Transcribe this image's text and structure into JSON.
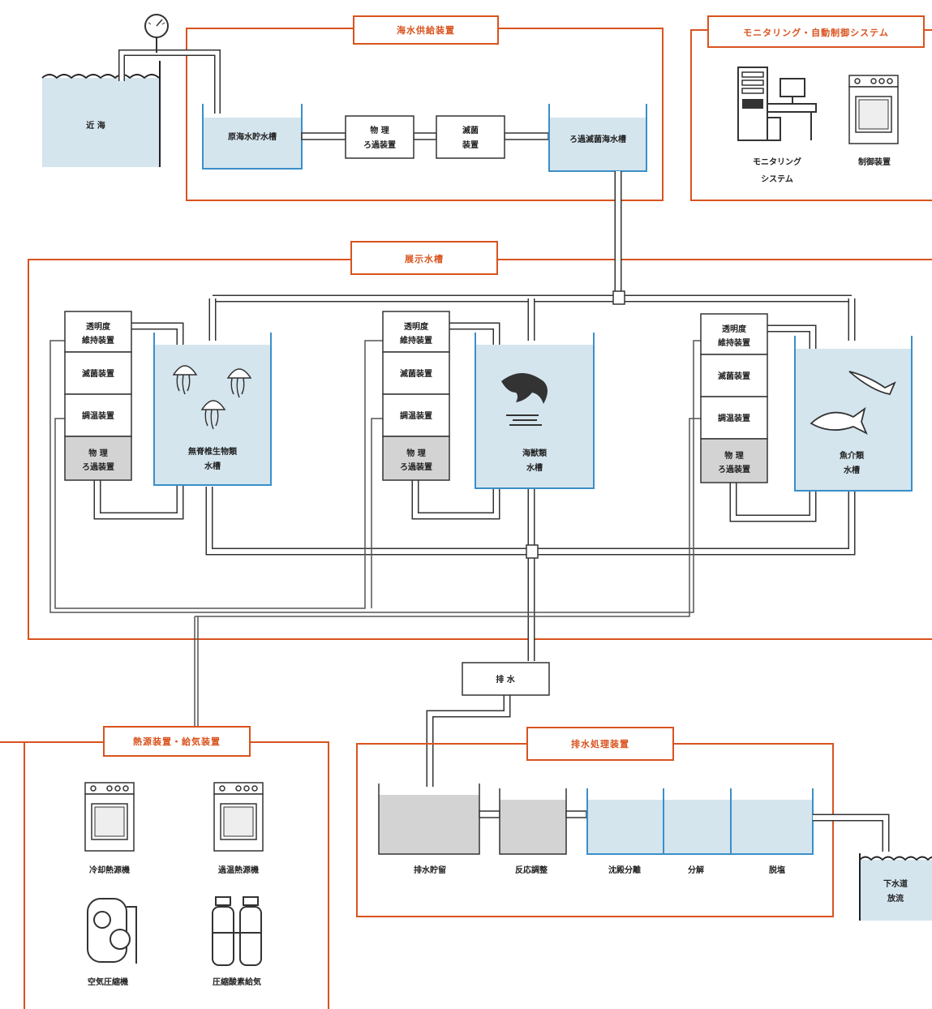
{
  "sections": {
    "seawater_supply": "海水供給装置",
    "monitoring": "モニタリング・自動制御システム",
    "exhibit": "展示水槽",
    "heat_air": "熱源装置・給気装置",
    "wastewater": "排水処理装置"
  },
  "seawater": {
    "near_sea": "近 海",
    "raw_tank": "原海水貯水槽",
    "physical_filter": [
      "物 理",
      "ろ過装置"
    ],
    "sterilizer": [
      "滅菌",
      "装置"
    ],
    "filtered_tank": "ろ過滅菌海水槽"
  },
  "monitoring": {
    "monitoring_system": [
      "モニタリング",
      "システム"
    ],
    "controller": "制御装置"
  },
  "unit_stack": {
    "clarity": [
      "透明度",
      "維持装置"
    ],
    "sterilizer": "滅菌装置",
    "temp": "調温装置",
    "filter": [
      "物 理",
      "ろ過装置"
    ]
  },
  "tanks": {
    "jellyfish": [
      "無脊椎生物類",
      "水槽"
    ],
    "mammal": [
      "海獣類",
      "水槽"
    ],
    "fish": [
      "魚介類",
      "水槽"
    ]
  },
  "drain": "排 水",
  "heat": {
    "cooling": "冷却熱源機",
    "heating": "過温熱源機",
    "compressor": "空気圧縮機",
    "oxygen": "圧縮酸素給気"
  },
  "waste": {
    "storage": "排水貯留",
    "reaction": "反応調整",
    "sediment": "沈殿分離",
    "separation": "分解",
    "desalt": "脱塩",
    "sewer": [
      "下水道",
      "放流"
    ]
  },
  "colors": {
    "accent": "#d9531e",
    "water": "#d4e5ee",
    "water_edge": "#3a8fc8",
    "grey_box": "#d3d3d3"
  }
}
